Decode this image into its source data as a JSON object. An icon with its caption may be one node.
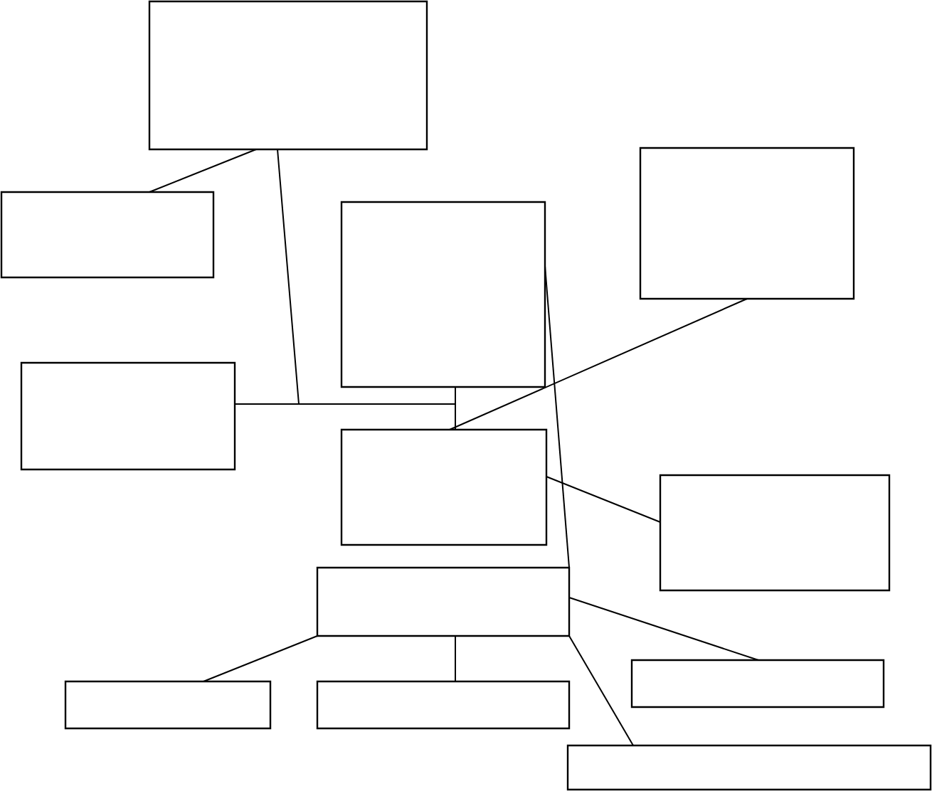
{
  "diagram": {
    "nodes": [
      {
        "text": [],
        "shape": "box"
      },
      {
        "text": [],
        "shape": "box"
      },
      {
        "text": [],
        "shape": "box"
      },
      {
        "text": [],
        "shape": "box"
      },
      {
        "text": [],
        "shape": "box"
      },
      {
        "text": [],
        "shape": "box"
      },
      {
        "text": [],
        "shape": "box"
      },
      {
        "text": [],
        "shape": "box"
      },
      {
        "text": [],
        "shape": "box"
      },
      {
        "text": [],
        "shape": "box"
      },
      {
        "text": [],
        "shape": "box"
      },
      {
        "text": [],
        "shape": "box"
      }
    ],
    "edges": [
      {
        "from": 0,
        "to": 2,
        "arrow": "none"
      },
      {
        "from": 0,
        "to": 5,
        "arrow": "none"
      },
      {
        "from": 1,
        "to": 5,
        "arrow": "none"
      },
      {
        "from": 3,
        "to": 5,
        "arrow": "none"
      },
      {
        "from": 3,
        "to": 7,
        "arrow": "none"
      },
      {
        "from": 4,
        "to": 5,
        "arrow": "none"
      },
      {
        "from": 5,
        "to": 6,
        "arrow": "none"
      },
      {
        "from": 7,
        "to": 8,
        "arrow": "none"
      },
      {
        "from": 7,
        "to": 9,
        "arrow": "none"
      },
      {
        "from": 7,
        "to": 10,
        "arrow": "none"
      },
      {
        "from": 7,
        "to": 11,
        "arrow": "none"
      }
    ]
  }
}
